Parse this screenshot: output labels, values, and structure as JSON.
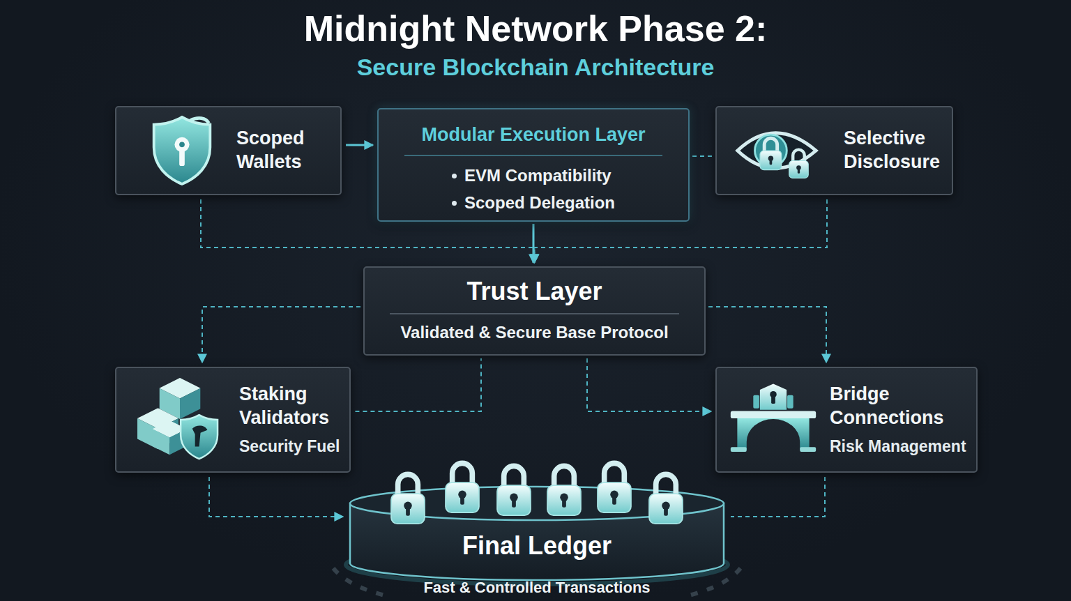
{
  "diagram": {
    "title": "Midnight Network Phase 2:",
    "nodes": [
      {
        "text": [
          "Scoped Wallets"
        ]
      },
      {
        "text": [
          "Modular Execution Layer",
          "EVM Compatibility",
          "Scoped Delegation"
        ]
      },
      {
        "text": [
          "Selective Disclosure"
        ]
      },
      {
        "text": [
          "Trust Layer",
          "Validated & Secure Base Protocol"
        ]
      },
      {
        "text": [
          "Staking Validators",
          "Security Fuel"
        ]
      },
      {
        "text": [
          "Bridge Connections",
          "Risk Management"
        ]
      },
      {
        "text": [
          "Final Ledger",
          "Fast & Controlled Transactions"
        ]
      }
    ],
    "edges": [
      {
        "from": 0,
        "to": 1,
        "arrow": "to"
      },
      {
        "from": 1,
        "to": 2,
        "arrow": "none"
      },
      {
        "from": 1,
        "to": 3,
        "arrow": "to"
      },
      {
        "from": 0,
        "to": 3,
        "arrow": "to"
      },
      {
        "from": 2,
        "to": 3,
        "arrow": "to"
      },
      {
        "from": 3,
        "to": 4,
        "arrow": "to"
      },
      {
        "from": 3,
        "to": 5,
        "arrow": "to"
      },
      {
        "from": 4,
        "to": 3,
        "arrow": "none"
      },
      {
        "from": 3,
        "to": 5,
        "arrow": "to"
      },
      {
        "from": 4,
        "to": 6,
        "arrow": "to"
      },
      {
        "from": 5,
        "to": 6,
        "arrow": "none"
      }
    ],
    "labels": [
      "Secure Blockchain Architecture"
    ]
  }
}
